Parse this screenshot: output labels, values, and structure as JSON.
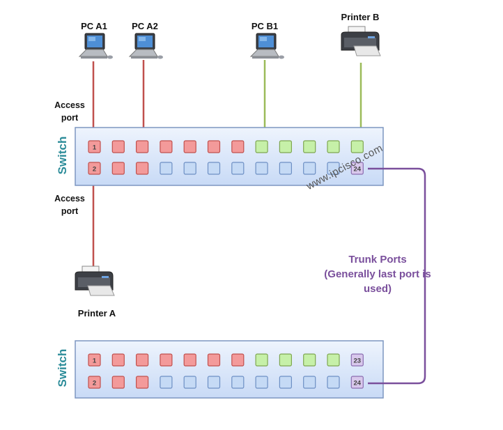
{
  "devices": {
    "pc_a1": "PC A1",
    "pc_a2": "PC A2",
    "pc_b1": "PC B1",
    "printer_b": "Printer B",
    "printer_a": "Printer A"
  },
  "access_port_top": "Access port",
  "access_port_bottom": "Access port",
  "switch_top": "Switch",
  "switch_bottom": "Switch",
  "trunk_label": "Trunk Ports (Generally last port is used)",
  "watermark": "www.ipcisco.com",
  "switch1": {
    "row1_colors": [
      "red",
      "red",
      "red",
      "red",
      "red",
      "red",
      "red",
      "green",
      "green",
      "green",
      "green",
      "green"
    ],
    "row2_colors": [
      "red",
      "red",
      "red",
      "blue",
      "blue",
      "blue",
      "blue",
      "blue",
      "blue",
      "blue",
      "blue",
      "purple"
    ],
    "row1_labels": [
      "1",
      "",
      "",
      "",
      "",
      "",
      "",
      "",
      "",
      "",
      "",
      ""
    ],
    "row2_labels": [
      "2",
      "",
      "",
      "",
      "",
      "",
      "",
      "",
      "",
      "",
      "",
      "24"
    ]
  },
  "switch2": {
    "row1_colors": [
      "red",
      "red",
      "red",
      "red",
      "red",
      "red",
      "red",
      "green",
      "green",
      "green",
      "green",
      "purple"
    ],
    "row2_colors": [
      "red",
      "red",
      "red",
      "blue",
      "blue",
      "blue",
      "blue",
      "blue",
      "blue",
      "blue",
      "blue",
      "purple"
    ],
    "row1_labels": [
      "1",
      "",
      "",
      "",
      "",
      "",
      "",
      "",
      "",
      "",
      "",
      "23"
    ],
    "row2_labels": [
      "2",
      "",
      "",
      "",
      "",
      "",
      "",
      "",
      "",
      "",
      "",
      "24"
    ]
  },
  "colors": {
    "vlan_a": "#f39a9a",
    "vlan_b": "#c6f0a8",
    "unused": "#c5daf5",
    "trunk": "#d8c8ec",
    "link_a": "#c0504d",
    "link_b": "#9bbb59",
    "trunk_line": "#7a4f9c",
    "switch_fill": "#dce8fa"
  }
}
